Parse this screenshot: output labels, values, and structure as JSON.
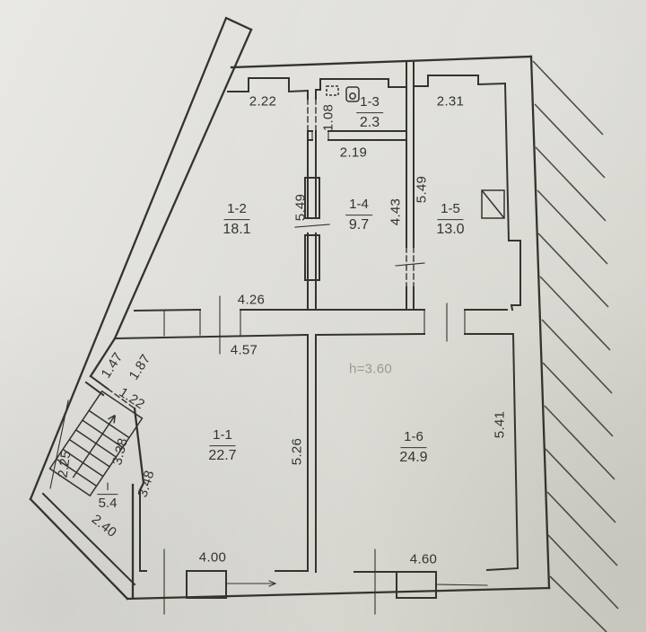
{
  "colors": {
    "paper": "#dcdbd5",
    "paper_light": "#e9e8e3",
    "paper_dark": "#cfcec6",
    "ink": "#34332d",
    "faded_ink": "#9a9991"
  },
  "icons": {
    "fixture": "toilet-icon",
    "shaft": "vent-duct-icon",
    "stairs": "staircase-symbol",
    "hatching": "adjacent-wall-hatch"
  },
  "plan": {
    "rooms": [
      {
        "id": "1-1",
        "area": "22.7"
      },
      {
        "id": "1-2",
        "area": "18.1"
      },
      {
        "id": "1-3",
        "area": "2.3"
      },
      {
        "id": "1-4",
        "area": "9.7"
      },
      {
        "id": "1-5",
        "area": "13.0"
      },
      {
        "id": "1-6",
        "area": "24.9"
      }
    ],
    "stairwell": {
      "label": "I",
      "area": "5.4"
    },
    "ceiling_height_note": "h=3.60",
    "dimensions": {
      "top_wall_left": "2.22",
      "wc_inner": "1.08",
      "wc_width": "2.19",
      "top_wall_right": "2.31",
      "room12_depth": "5.49",
      "room14_depth": "4.43",
      "room15_depth": "5.49",
      "corridor_upper": "4.26",
      "corridor_lower": "4.57",
      "diag_seg1": "1.47",
      "diag_seg2": "1.87",
      "stair_door": "1.22",
      "stair_side_inner": "3.38",
      "stair_side_outer": "3.48",
      "stair_width": "2.25",
      "stair_diag": "2.40",
      "room11_depth": "5.26",
      "room16_depth": "5.41",
      "bottom_left_width": "4.00",
      "bottom_right_width": "4.60"
    }
  }
}
